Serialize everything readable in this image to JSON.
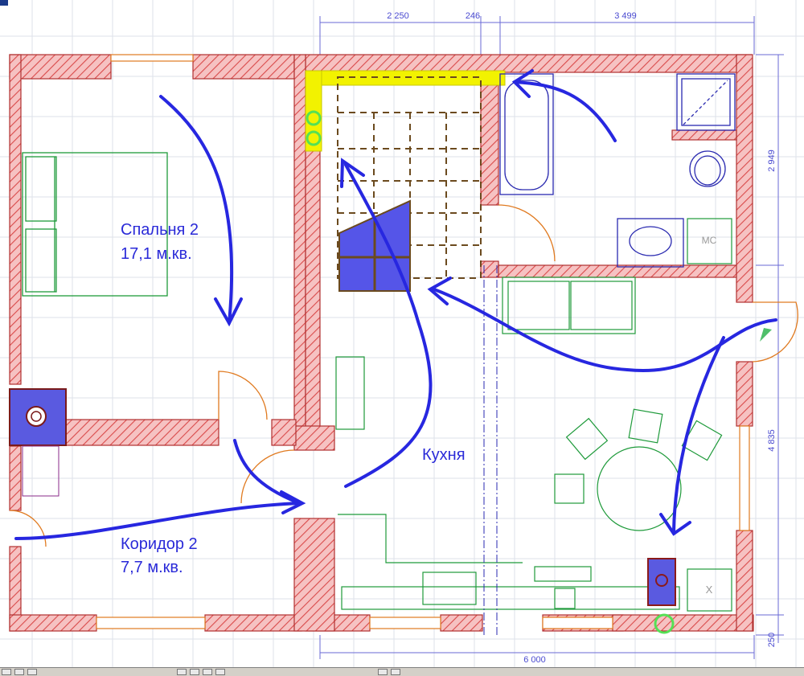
{
  "rooms": {
    "bedroom": {
      "name": "Спальня 2",
      "area": "17,1 м.кв."
    },
    "corridor": {
      "name": "Коридор 2",
      "area": "7,7 м.кв."
    },
    "kitchen": {
      "name": "Кухня"
    }
  },
  "fixtures": {
    "wc": "МС",
    "stove": "Х"
  },
  "dimensions": {
    "top_left": "2 250",
    "top_mid": "246",
    "top_right": "3 499",
    "right_upper": "2 949",
    "right_lower": "4 835",
    "right_bottom": "250",
    "bottom": "6 000"
  },
  "colors": {
    "wall_fill": "#f3b3b3",
    "wall_hatch": "#d94a4a",
    "furniture_green": "#1e9a3a",
    "fixture_blue": "#2a2ab0",
    "arrow_blue": "#2727e0",
    "stair_brown": "#6b4a1e",
    "highlight_yellow": "#f2f200",
    "door_orange": "#e07a20",
    "grid": "#d8dde8"
  }
}
